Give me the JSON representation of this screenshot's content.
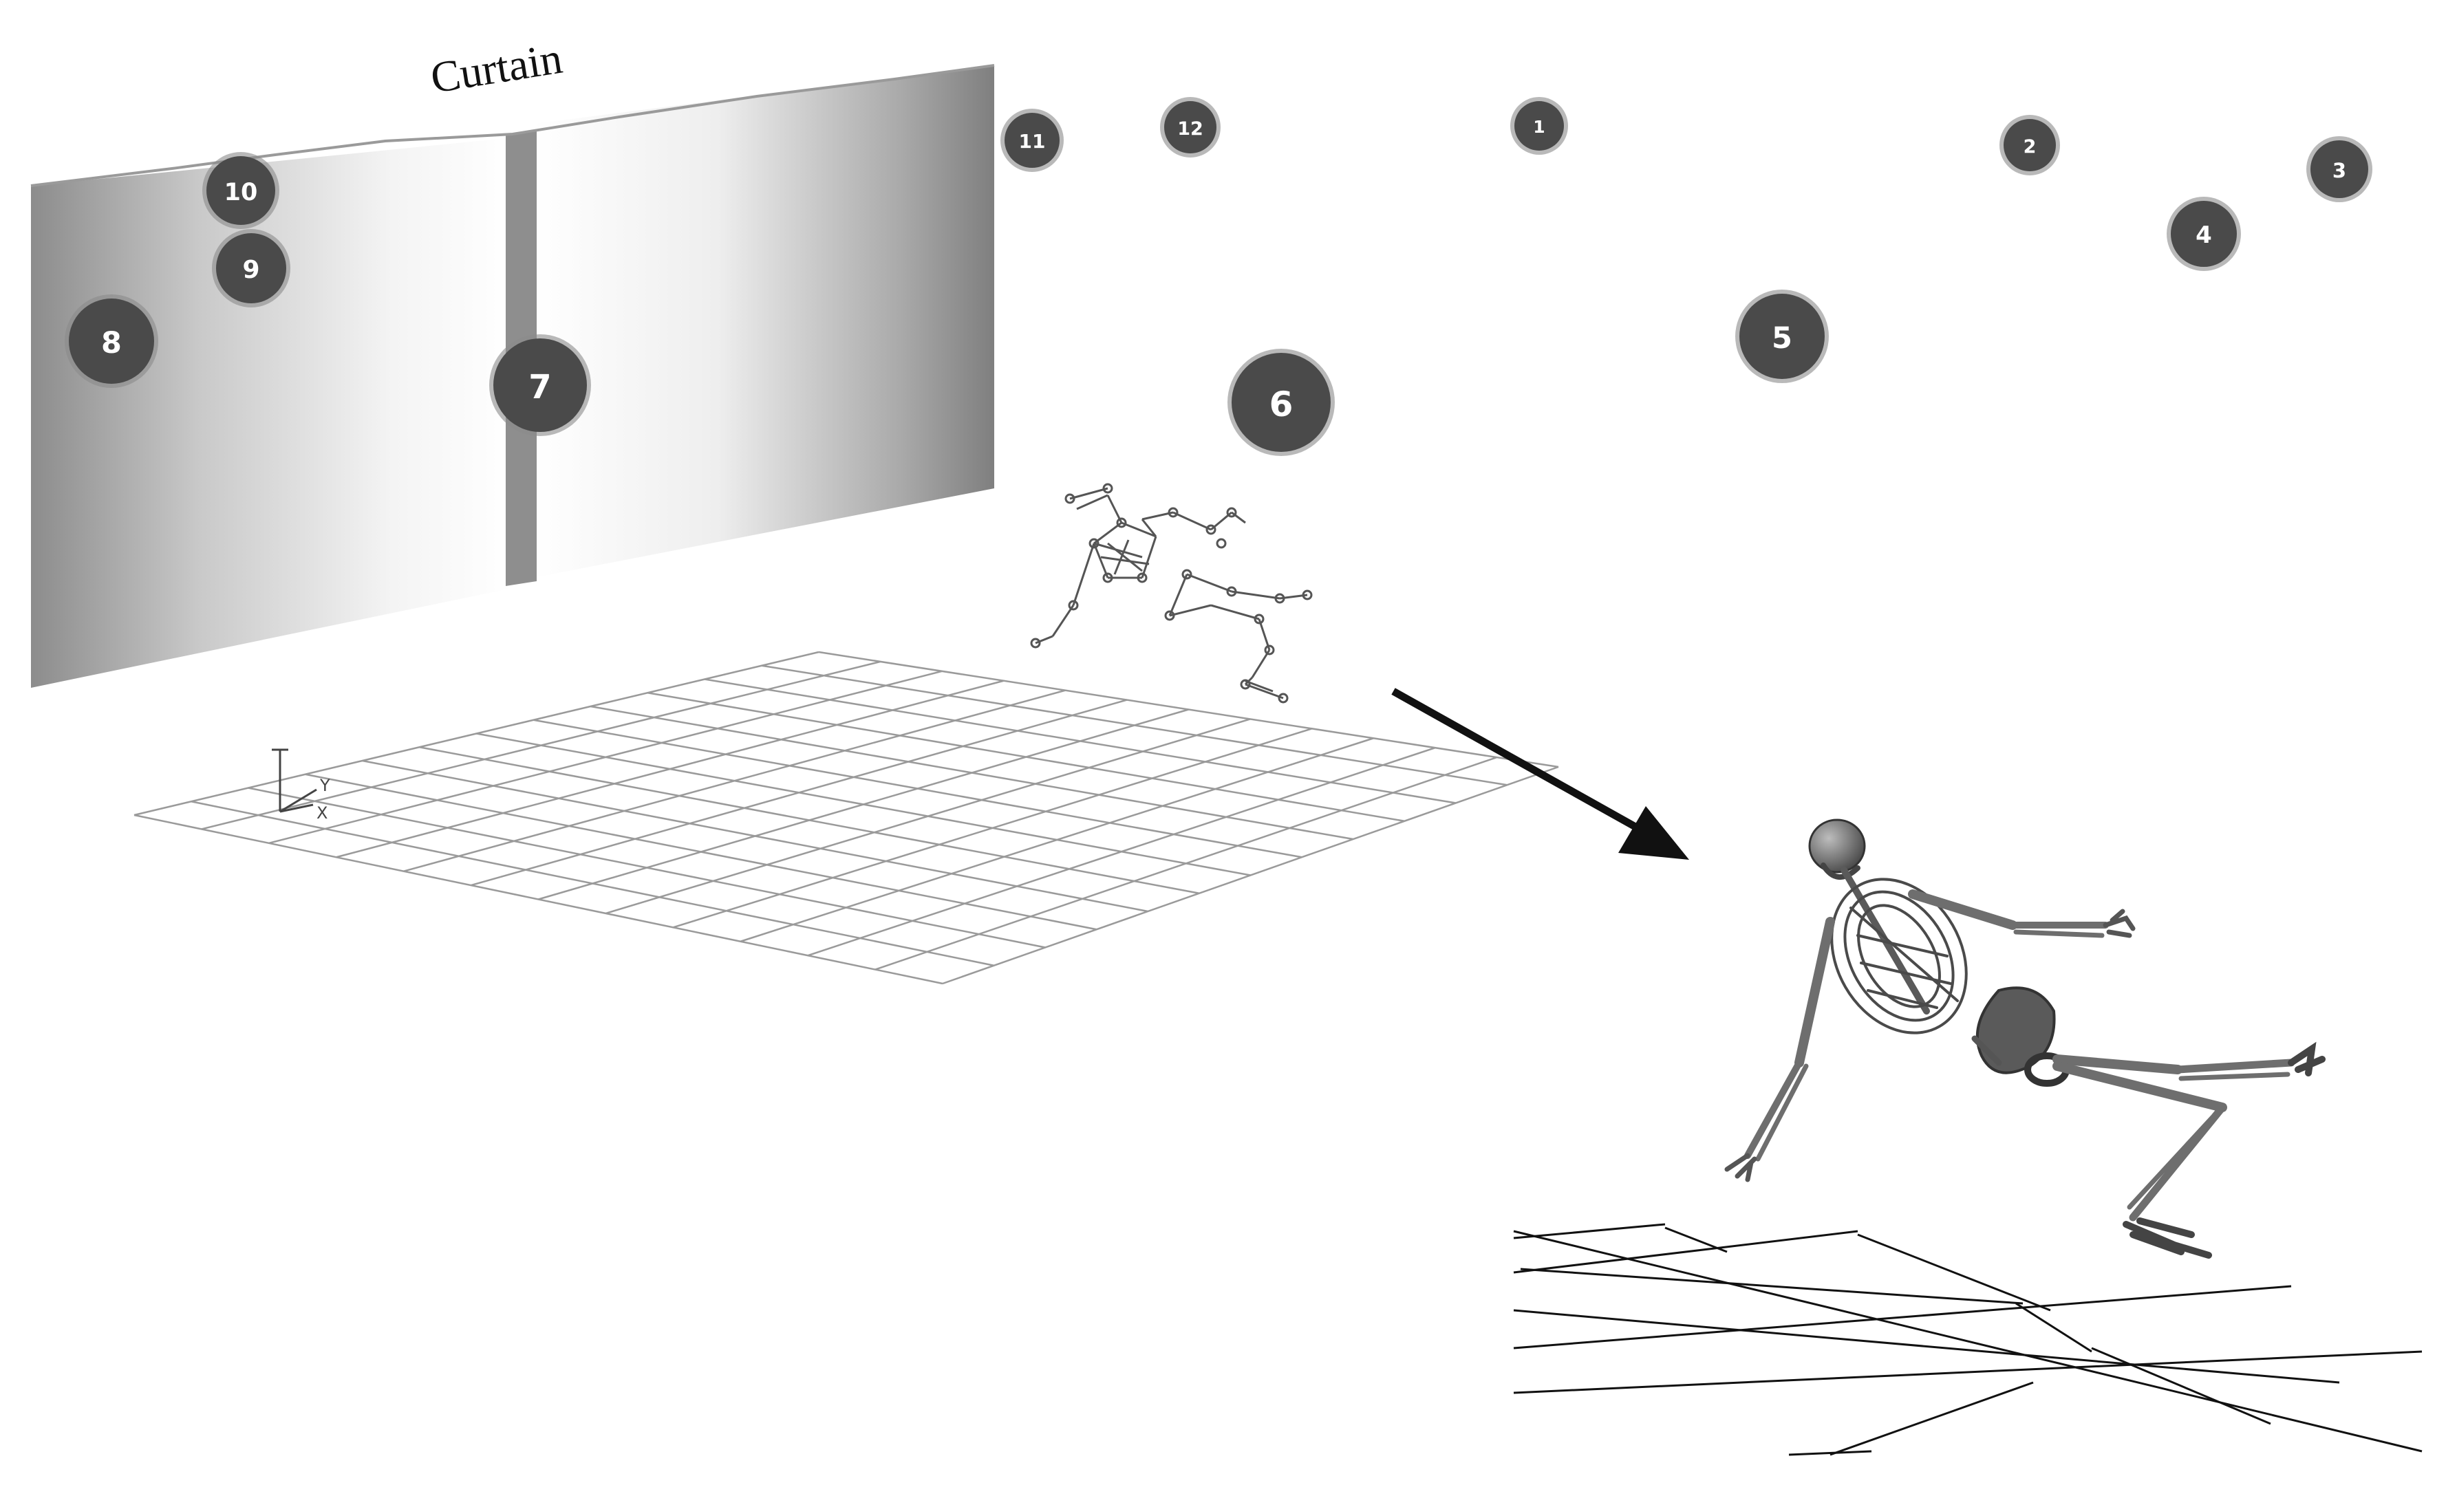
{
  "curtain": {
    "label": "Curtain"
  },
  "cameras": [
    {
      "label": "1"
    },
    {
      "label": "2"
    },
    {
      "label": "3"
    },
    {
      "label": "4"
    },
    {
      "label": "5"
    },
    {
      "label": "6"
    },
    {
      "label": "7"
    },
    {
      "label": "8"
    },
    {
      "label": "9"
    },
    {
      "label": "10"
    },
    {
      "label": "11"
    },
    {
      "label": "12"
    }
  ],
  "axis_indicator": {
    "x_label": "X",
    "y_label": "Y"
  },
  "colors": {
    "camera_fill": "#4a4a4a",
    "camera_halo": "#8a8a8a",
    "grid_light": "#9a9a9a",
    "grid_dark": "#111111",
    "arrow": "#111111",
    "bone": "#6e6e6e",
    "bone_dark": "#3d3d3d"
  }
}
